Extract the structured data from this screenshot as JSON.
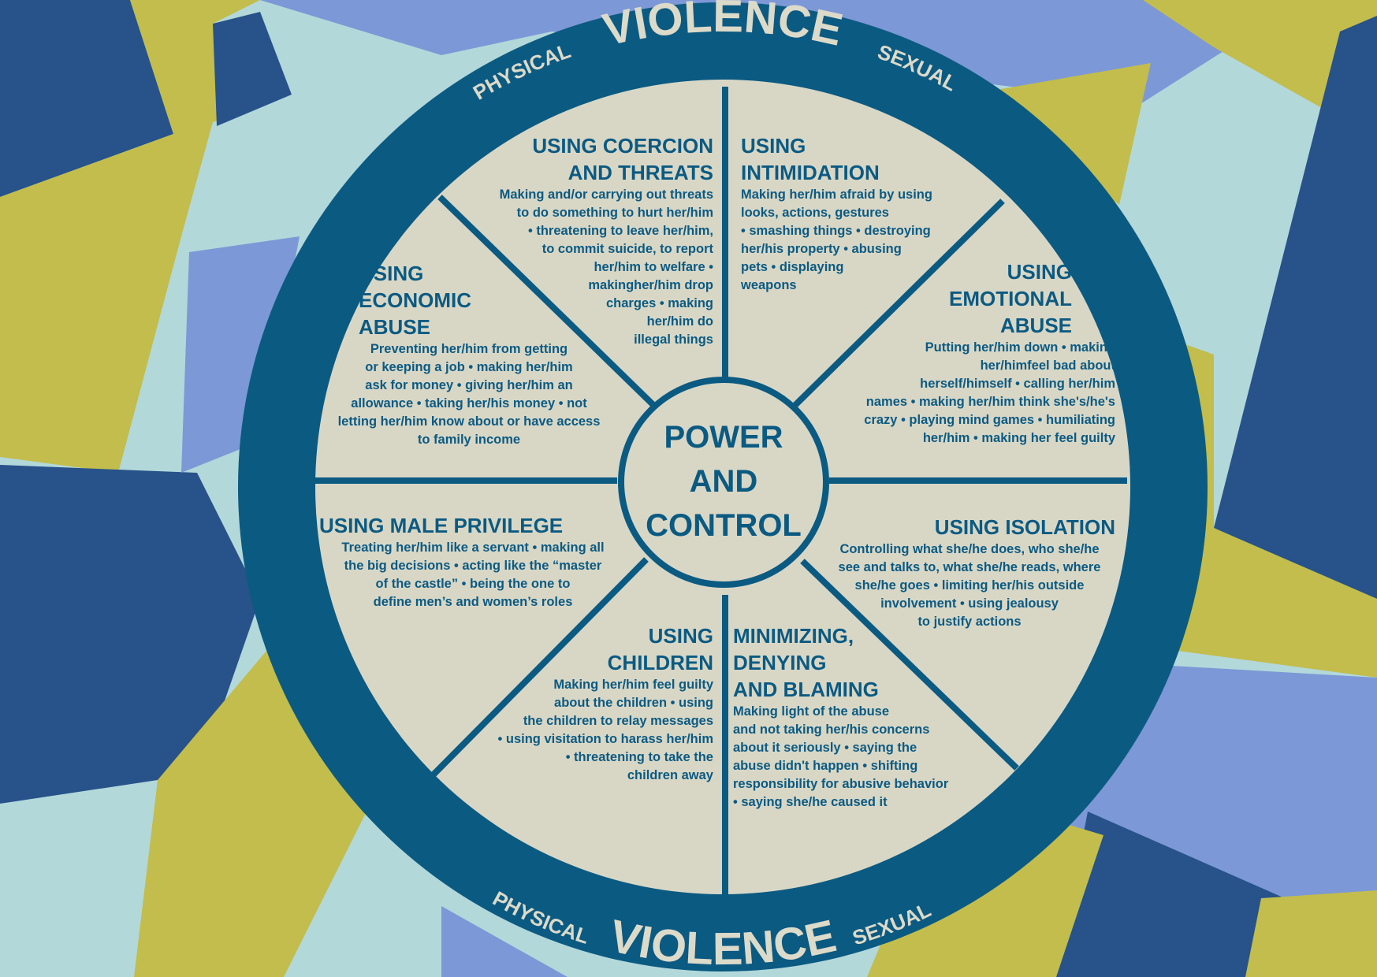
{
  "colors": {
    "background_light_teal": "#b3d8da",
    "background_olive": "#c2bd4c",
    "background_periwinkle": "#7c98d6",
    "background_navy": "#27528a",
    "wheel_dark_blue": "#0b5a82",
    "wheel_fill_beige": "#d8d7c6",
    "rim_text": "#dcdac9"
  },
  "rim": {
    "top": {
      "left_word": "PHYSICAL",
      "center_word": "VIOLENCE",
      "right_word": "SEXUAL"
    },
    "bottom": {
      "left_word": "PHYSICAL",
      "center_word": "VIOLENCE",
      "right_word": "SEXUAL"
    }
  },
  "hub": {
    "line1": "POWER",
    "line2": "AND",
    "line3": "CONTROL"
  },
  "wedges": {
    "coercion": {
      "title": "USING COERCION\nAND THREATS",
      "desc": "Making and/or carrying out threats\nto do something to hurt her/him\n• threatening to leave her/him,\nto commit suicide, to report\nher/him to welfare •\nmakingher/him drop\ncharges • making\nher/him do\nillegal things"
    },
    "intimidation": {
      "title": "USING\nINTIMIDATION",
      "desc": "Making her/him afraid by using\nlooks, actions, gestures\n• smashing things • destroying\nher/his property • abusing\npets • displaying\nweapons"
    },
    "economic": {
      "title": "USING\nECONOMIC\nABUSE",
      "desc": "Preventing her/him from getting\nor keeping a job • making her/him\nask for money • giving her/him an\nallowance • taking her/his money • not\nletting her/him know about or have access\nto family income"
    },
    "emotional": {
      "title": "USING\nEMOTIONAL\nABUSE",
      "desc": "Putting her/him down • making\nher/himfeel bad about\nherself/himself • calling her/him\nnames • making her/him think she's/he's\ncrazy • playing mind games • humiliating\nher/him • making her feel guilty"
    },
    "privilege": {
      "title": "USING MALE PRIVILEGE",
      "desc": "Treating her/him like a servant • making all\nthe big decisions • acting like the “master\nof the castle” • being the one to\ndefine men’s and women’s roles"
    },
    "isolation": {
      "title": "USING ISOLATION",
      "desc": "Controlling what she/he does, who she/he\nsee and talks to, what she/he reads, where\nshe/he goes • limiting her/his outside\ninvolvement • using jealousy\nto justify actions"
    },
    "children": {
      "title": "USING\nCHILDREN",
      "desc": "Making her/him feel guilty\nabout the children • using\nthe children to relay messages\n• using visitation to harass her/him\n• threatening to take the\nchildren away"
    },
    "minimizing": {
      "title": "MINIMIZING,\nDENYING\nAND BLAMING",
      "desc": "Making light of the abuse\nand not taking her/his concerns\nabout it seriously • saying the\nabuse didn't happen • shifting\nresponsibility for abusive behavior\n• saying she/he caused it"
    }
  }
}
